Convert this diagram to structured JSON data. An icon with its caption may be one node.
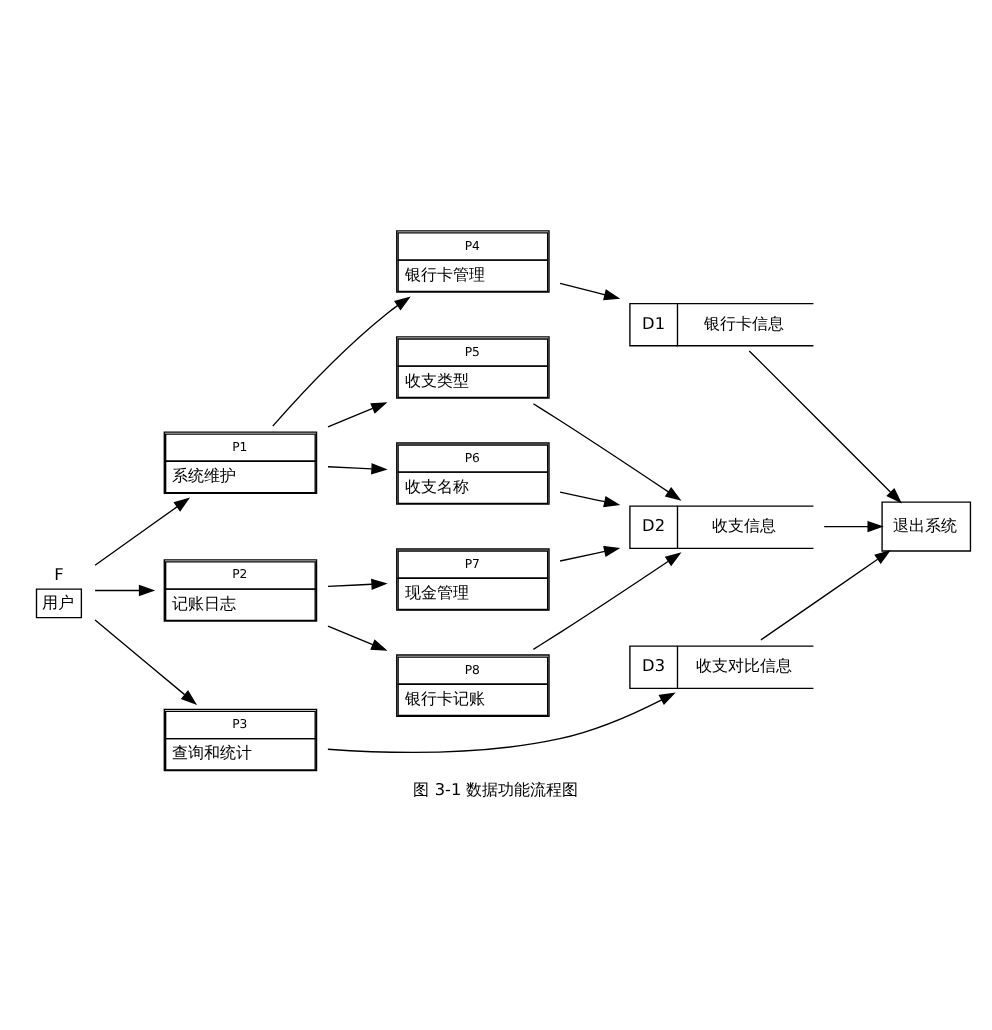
{
  "diagram": {
    "caption": "图 3-1 数据功能流程图",
    "nodes": [
      {
        "text": [
          "F",
          "用户"
        ]
      },
      {
        "text": [
          "P1",
          "系统维护"
        ]
      },
      {
        "text": [
          "P2",
          "记账日志"
        ]
      },
      {
        "text": [
          "P3",
          "查询和统计"
        ]
      },
      {
        "text": [
          "P4",
          "银行卡管理"
        ]
      },
      {
        "text": [
          "P5",
          "收支类型"
        ]
      },
      {
        "text": [
          "P6",
          "收支名称"
        ]
      },
      {
        "text": [
          "P7",
          "现金管理"
        ]
      },
      {
        "text": [
          "P8",
          "银行卡记账"
        ]
      },
      {
        "text": [
          "D1",
          "银行卡信息"
        ]
      },
      {
        "text": [
          "D2",
          "收支信息"
        ]
      },
      {
        "text": [
          "D3",
          "收支对比信息"
        ]
      },
      {
        "text": [
          "退出系统"
        ]
      }
    ],
    "edges": [
      {
        "from": 0,
        "to": 1,
        "arrow": "to"
      },
      {
        "from": 0,
        "to": 2,
        "arrow": "to"
      },
      {
        "from": 0,
        "to": 3,
        "arrow": "to"
      },
      {
        "from": 1,
        "to": 4,
        "arrow": "to"
      },
      {
        "from": 1,
        "to": 5,
        "arrow": "to"
      },
      {
        "from": 1,
        "to": 6,
        "arrow": "to"
      },
      {
        "from": 2,
        "to": 7,
        "arrow": "to"
      },
      {
        "from": 2,
        "to": 8,
        "arrow": "to"
      },
      {
        "from": 4,
        "to": 9,
        "arrow": "to"
      },
      {
        "from": 5,
        "to": 10,
        "arrow": "to"
      },
      {
        "from": 6,
        "to": 10,
        "arrow": "to"
      },
      {
        "from": 7,
        "to": 10,
        "arrow": "to"
      },
      {
        "from": 8,
        "to": 10,
        "arrow": "to"
      },
      {
        "from": 3,
        "to": 11,
        "arrow": "to"
      },
      {
        "from": 9,
        "to": 12,
        "arrow": "to"
      },
      {
        "from": 10,
        "to": 12,
        "arrow": "to"
      },
      {
        "from": 11,
        "to": 12,
        "arrow": "to"
      }
    ]
  }
}
